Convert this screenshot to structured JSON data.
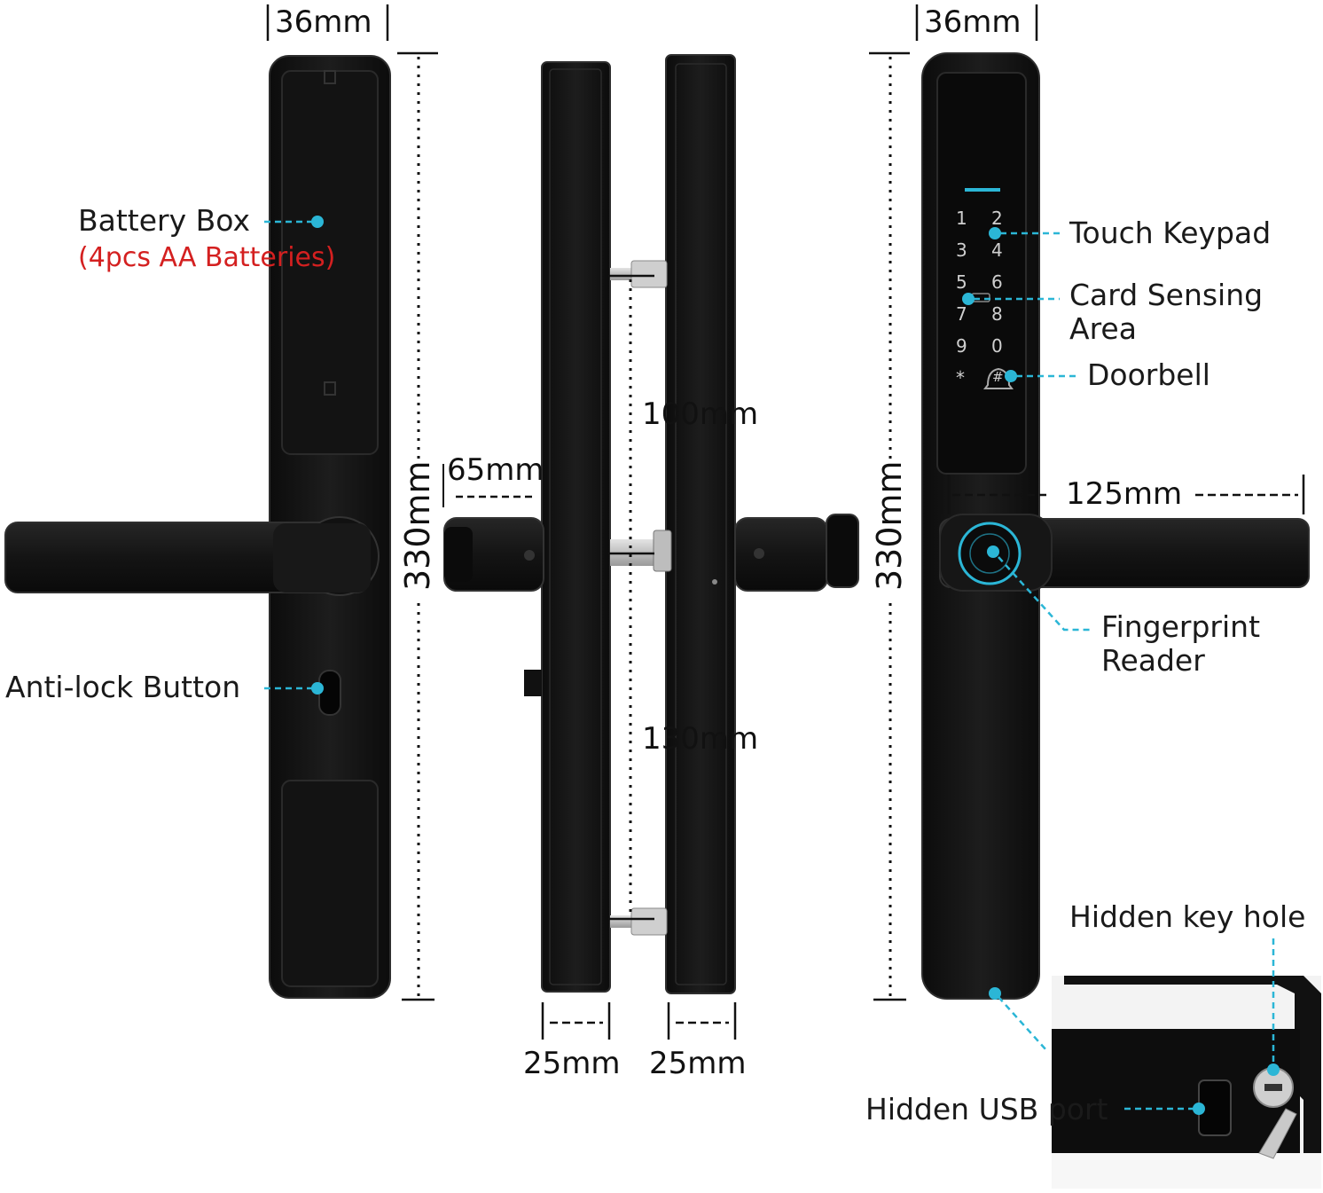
{
  "dimensions": {
    "front_width": "36mm",
    "back_width": "36mm",
    "front_height": "330mm",
    "back_height": "330mm",
    "spindle_length": "65mm",
    "upper_hole_spacing": "100mm",
    "lower_hole_spacing": "130mm",
    "thickness_left": "25mm",
    "thickness_right": "25mm",
    "handle_length": "125mm"
  },
  "callouts": {
    "battery_box": "Battery Box",
    "battery_note": "(4pcs AA Batteries)",
    "anti_lock": "Anti-lock Button",
    "touch_keypad": "Touch Keypad",
    "card_sensing_1": "Card Sensing",
    "card_sensing_2": "Area",
    "doorbell": "Doorbell",
    "fingerprint_1": "Fingerprint",
    "fingerprint_2": "Reader",
    "hidden_key": "Hidden key hole",
    "hidden_usb": "Hidden USB port"
  },
  "keypad": {
    "keys": [
      "1",
      "2",
      "3",
      "4",
      "5",
      "6",
      "7",
      "8",
      "9",
      "0",
      "*",
      "#"
    ]
  },
  "colors": {
    "body": "#141414",
    "callout": "#2bb6d6",
    "accent_red": "#d42020"
  }
}
